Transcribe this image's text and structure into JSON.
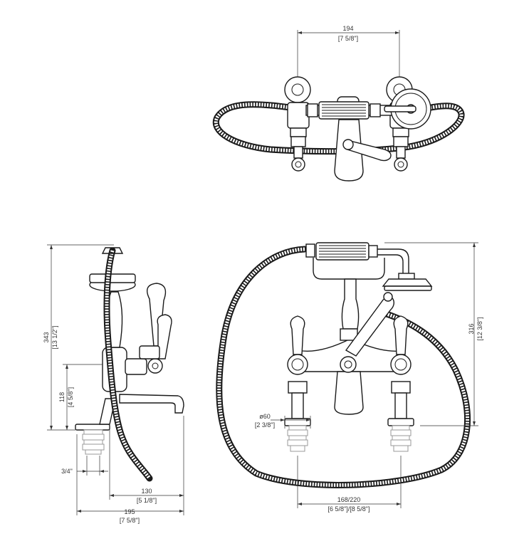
{
  "dimensions": {
    "top_width_mm": "194",
    "top_width_in": "[7 5/8\"]",
    "side_height_mm": "343",
    "side_height_in": "[13 1/2\"]",
    "side_spout_mm": "118",
    "side_spout_in": "[4 5/8\"]",
    "side_thread": "3/4\"",
    "side_reach_mm": "130",
    "side_reach_in": "[5 1/8\"]",
    "side_depth_mm": "195",
    "side_depth_in": "[7 5/8\"]",
    "front_height_mm": "316",
    "front_height_in": "[12 3/8\"]",
    "front_diameter_mm": "ø60",
    "front_diameter_in": "[2 3/8\"]",
    "front_centres_mm": "168/220",
    "front_centres_in": "[6 5/8\"]/[8 5/8\"]"
  }
}
